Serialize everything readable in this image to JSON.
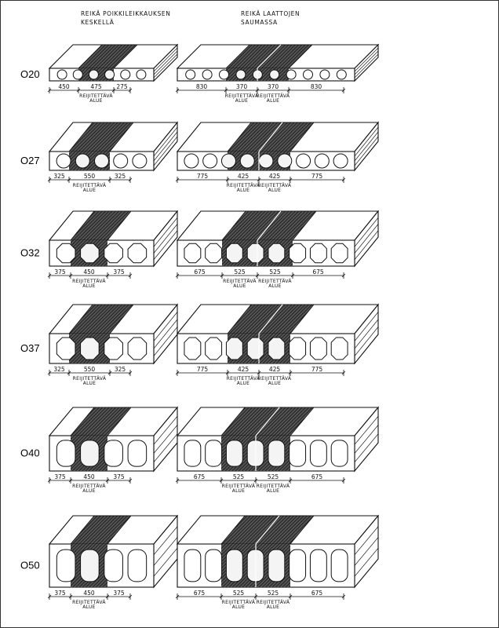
{
  "headers": {
    "left": [
      "REIKÄ POIKKILEIKKAUKSEN",
      "KESKELLÄ"
    ],
    "right": [
      "REIKÄ LAATTOJEN",
      "SAUMASSA"
    ]
  },
  "zone_label": [
    "REIJITETTÄVÄ",
    "ALUE"
  ],
  "colors": {
    "hatch": "#2a2a2a",
    "line": "#111111",
    "border": "#333333"
  },
  "rows": [
    {
      "label": "O20",
      "core_shape": "circle",
      "left_dims": [
        "450",
        "475",
        "275"
      ],
      "right_dims": [
        "830",
        "370",
        "370",
        "830"
      ]
    },
    {
      "label": "O27",
      "core_shape": "circle",
      "left_dims": [
        "325",
        "550",
        "325"
      ],
      "right_dims": [
        "775",
        "425",
        "425",
        "775"
      ]
    },
    {
      "label": "O32",
      "core_shape": "octagon",
      "left_dims": [
        "375",
        "450",
        "375"
      ],
      "right_dims": [
        "675",
        "525",
        "525",
        "675"
      ]
    },
    {
      "label": "O37",
      "core_shape": "octagon",
      "left_dims": [
        "325",
        "550",
        "325"
      ],
      "right_dims": [
        "775",
        "425",
        "425",
        "775"
      ]
    },
    {
      "label": "O40",
      "core_shape": "rounded",
      "left_dims": [
        "375",
        "450",
        "375"
      ],
      "right_dims": [
        "675",
        "525",
        "525",
        "675"
      ]
    },
    {
      "label": "O50",
      "core_shape": "rounded",
      "left_dims": [
        "375",
        "450",
        "375"
      ],
      "right_dims": [
        "675",
        "525",
        "525",
        "675"
      ]
    }
  ]
}
